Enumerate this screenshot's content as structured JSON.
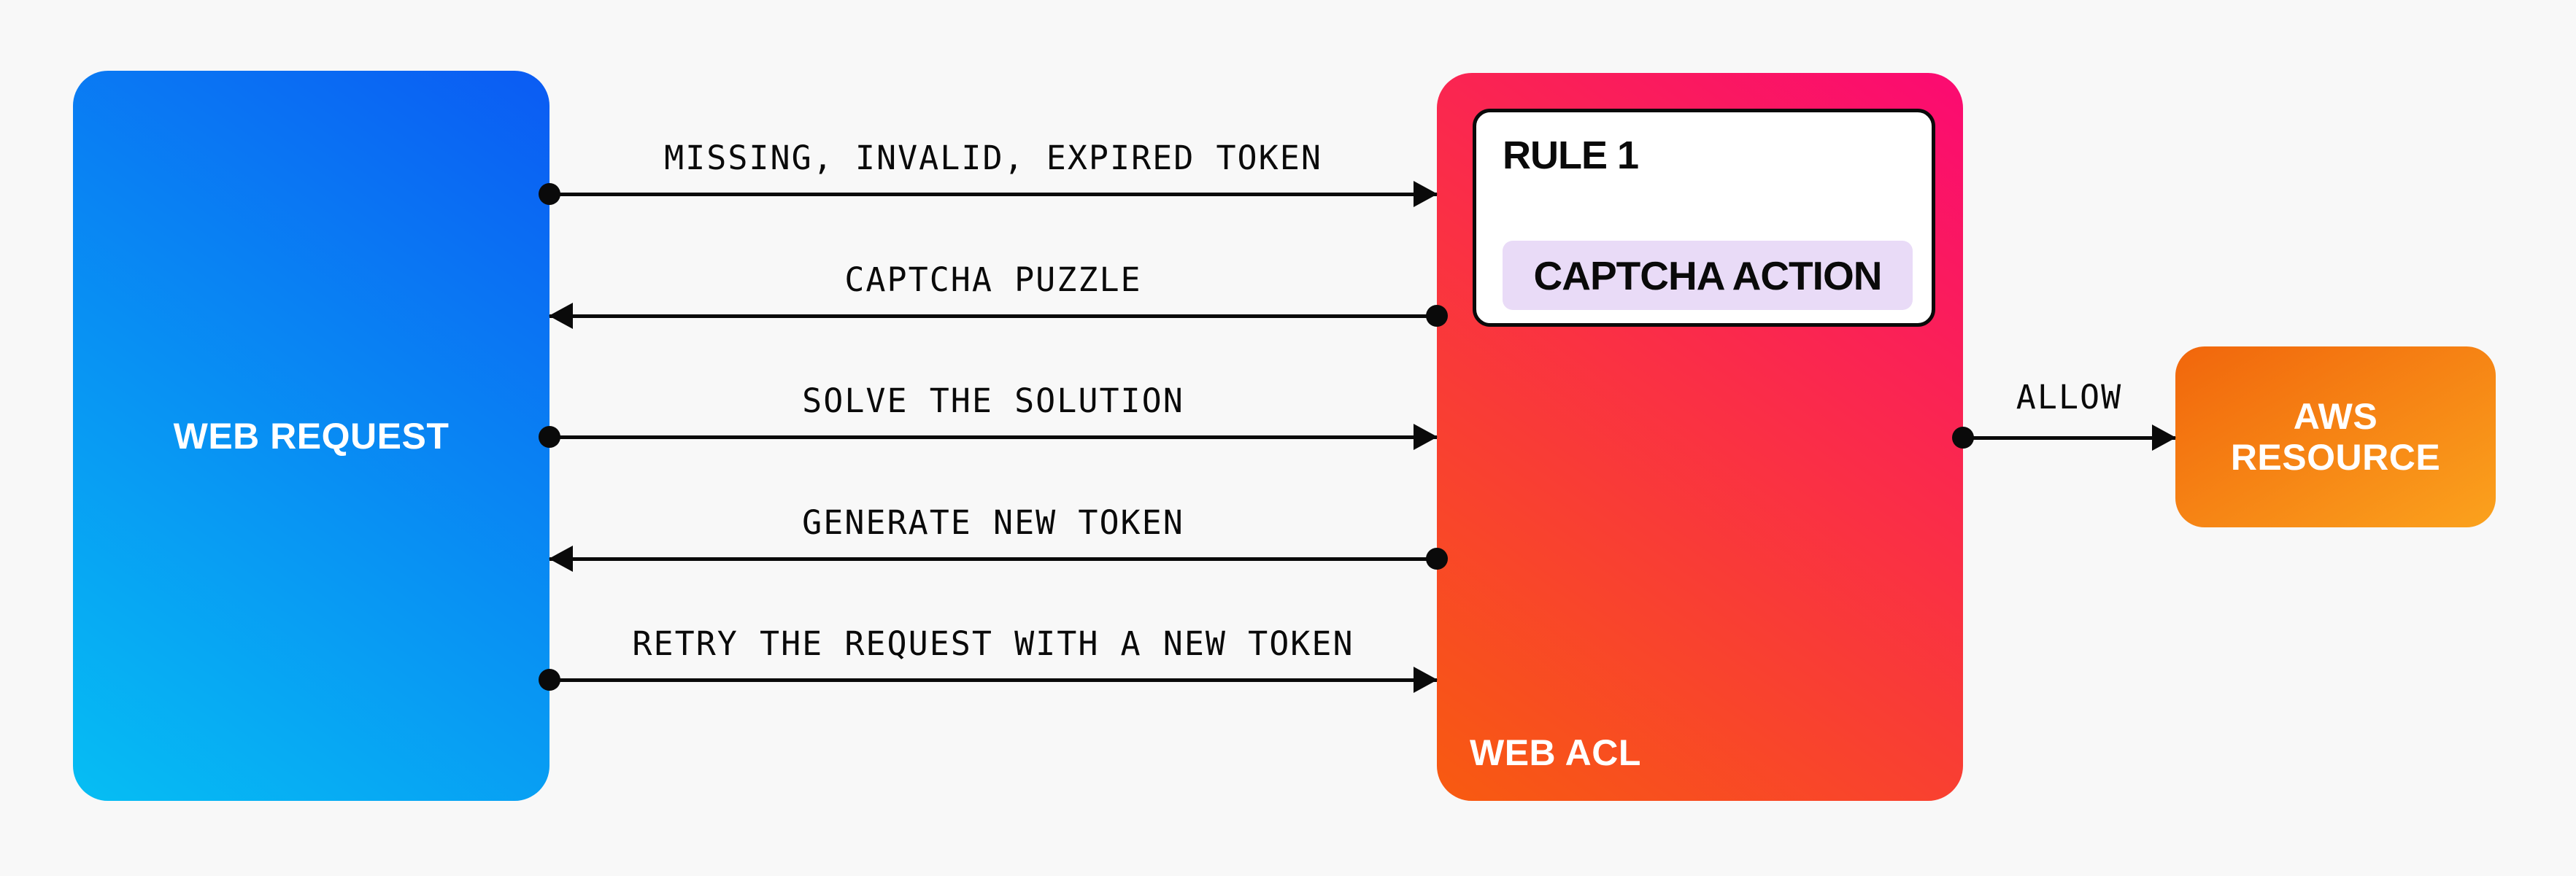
{
  "diagram": {
    "background_color": "#F8F8F8",
    "arrow_color": "#0A0A0A",
    "web_request": {
      "label": "WEB REQUEST",
      "gradient_from": "#0B5BF3",
      "gradient_to": "#06BEF3",
      "text_color": "#FFFFFF"
    },
    "web_acl": {
      "label": "WEB ACL",
      "gradient_from": "#FB0A72",
      "gradient_to": "#F85B10",
      "text_color": "#FFFFFF",
      "rule_card": {
        "title": "RULE 1",
        "background": "#FFFFFF",
        "border_color": "#0A0A0A",
        "action_badge": {
          "label": "CAPTCHA ACTION",
          "background": "#E9DBF7"
        }
      }
    },
    "aws_resource": {
      "label_line1": "AWS",
      "label_line2": "RESOURCE",
      "gradient_from": "#F1660C",
      "gradient_to": "#FBA21D",
      "text_color": "#FFFFFF"
    },
    "messages": [
      {
        "label": "MISSING, INVALID, EXPIRED TOKEN",
        "direction": "right",
        "from": "WEB REQUEST",
        "to": "WEB ACL"
      },
      {
        "label": "CAPTCHA PUZZLE",
        "direction": "left",
        "from": "WEB ACL",
        "to": "WEB REQUEST"
      },
      {
        "label": "SOLVE THE SOLUTION",
        "direction": "right",
        "from": "WEB REQUEST",
        "to": "WEB ACL"
      },
      {
        "label": "GENERATE NEW TOKEN",
        "direction": "left",
        "from": "WEB ACL",
        "to": "WEB REQUEST"
      },
      {
        "label": "RETRY THE REQUEST WITH A NEW TOKEN",
        "direction": "right",
        "from": "WEB REQUEST",
        "to": "WEB ACL"
      }
    ],
    "allow_arrow": {
      "label": "ALLOW",
      "direction": "right",
      "from": "WEB ACL",
      "to": "AWS RESOURCE"
    }
  }
}
